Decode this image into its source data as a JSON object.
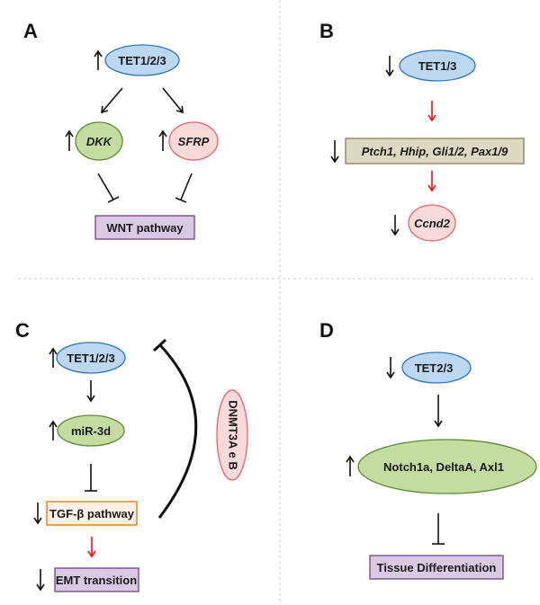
{
  "figure": {
    "colors": {
      "blue_fill": "#bcd7f0",
      "blue_stroke": "#2e75b6",
      "green_fill": "#c4dca0",
      "green_stroke": "#5a8a36",
      "pink_fill": "#f9dada",
      "pink_stroke": "#e46464",
      "purple_fill": "#d9c9e3",
      "purple_stroke": "#7a4e92",
      "tan_fill": "#ddd8c1",
      "tan_stroke": "#8c8560",
      "orange_fill": "#fdf0e6",
      "orange_stroke": "#f08a24",
      "red_arrow": "#ee1111"
    },
    "panels": {
      "A": {
        "label": "A",
        "tet": {
          "text": "TET1/2/3",
          "change": "up"
        },
        "dkk": {
          "text": "DKK",
          "change": "up"
        },
        "sfrp": {
          "text": "SFRP",
          "change": "up"
        },
        "wnt": {
          "text": "WNT pathway"
        }
      },
      "B": {
        "label": "B",
        "tet": {
          "text": "TET1/3",
          "change": "down"
        },
        "genes": {
          "text": "Ptch1, Hhip, Gli1/2, Pax1/9",
          "change": "down"
        },
        "ccnd2": {
          "text": "Ccnd2",
          "change": "down"
        }
      },
      "C": {
        "label": "C",
        "tet": {
          "text": "TET1/2/3",
          "change": "up"
        },
        "mir": {
          "text": "miR-3d",
          "change": "up"
        },
        "tgf": {
          "text": "TGF-β pathway",
          "change": "down"
        },
        "emt": {
          "text": "EMT transition",
          "change": "down"
        },
        "dnmt": {
          "text": "DNMT3A e B"
        }
      },
      "D": {
        "label": "D",
        "tet": {
          "text": "TET2/3",
          "change": "down"
        },
        "notch": {
          "text": "Notch1a, DeltaA, Axl1",
          "change": "up"
        },
        "tissue": {
          "text": "Tissue Differentiation"
        }
      }
    }
  }
}
